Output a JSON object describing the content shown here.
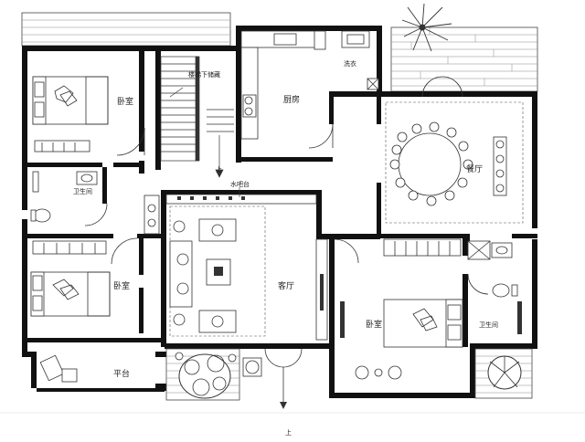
{
  "rooms": {
    "bedroom_nw": "卧室",
    "stair": "楼梯下储藏",
    "kitchen": "厨房",
    "laundry": "洗衣",
    "dining": "餐厅",
    "bath_w": "卫生间",
    "bedroom_w": "卧室",
    "living": "客厅",
    "water_bar": "水吧台",
    "bedroom_se": "卧室",
    "bath_e": "卫生间",
    "terrace": "平台"
  },
  "markers": {
    "up_stair": "上",
    "up_entry": "上"
  },
  "colors": {
    "wall": "#111111",
    "line": "#333333",
    "background": "#ffffff"
  }
}
